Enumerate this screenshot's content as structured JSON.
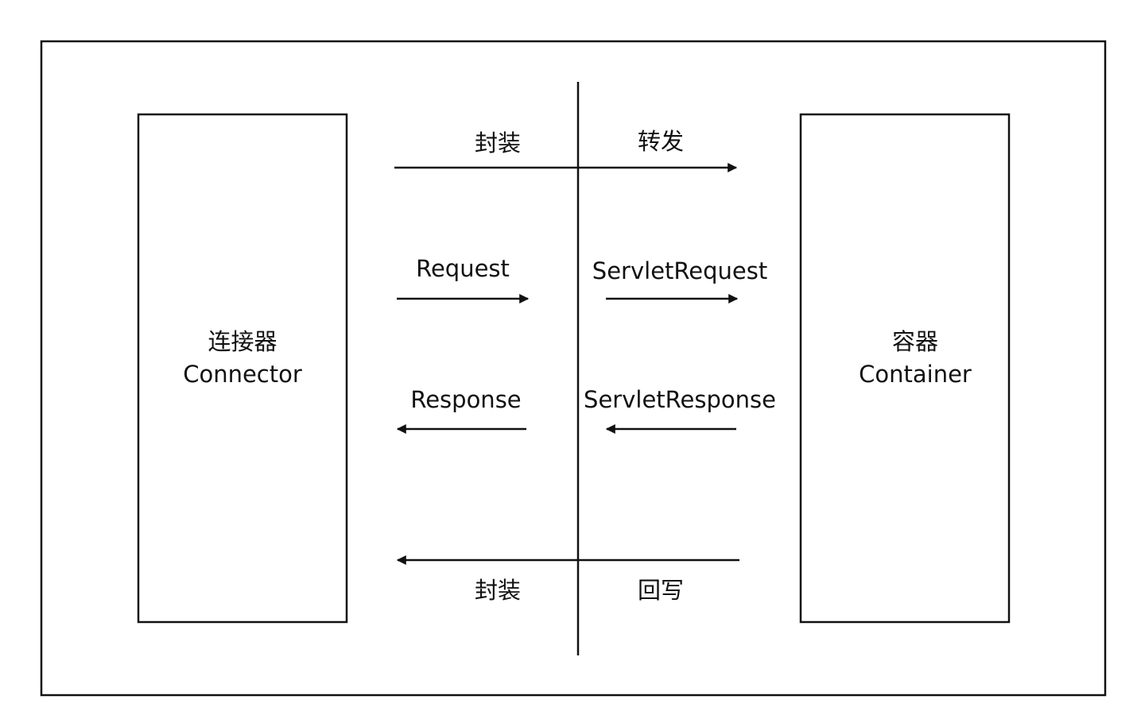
{
  "connector": {
    "title_cn": "连接器",
    "title_en": "Connector"
  },
  "container": {
    "title_cn": "容器",
    "title_en": "Container"
  },
  "flows": {
    "top_left_label": "封装",
    "top_right_label": "转发",
    "request_label": "Request",
    "servlet_request_label": "ServletRequest",
    "response_label": "Response",
    "servlet_response_label": "ServletResponse",
    "bottom_left_label": "封装",
    "bottom_right_label": "回写"
  },
  "colors": {
    "stroke": "#111111",
    "background": "#ffffff"
  }
}
